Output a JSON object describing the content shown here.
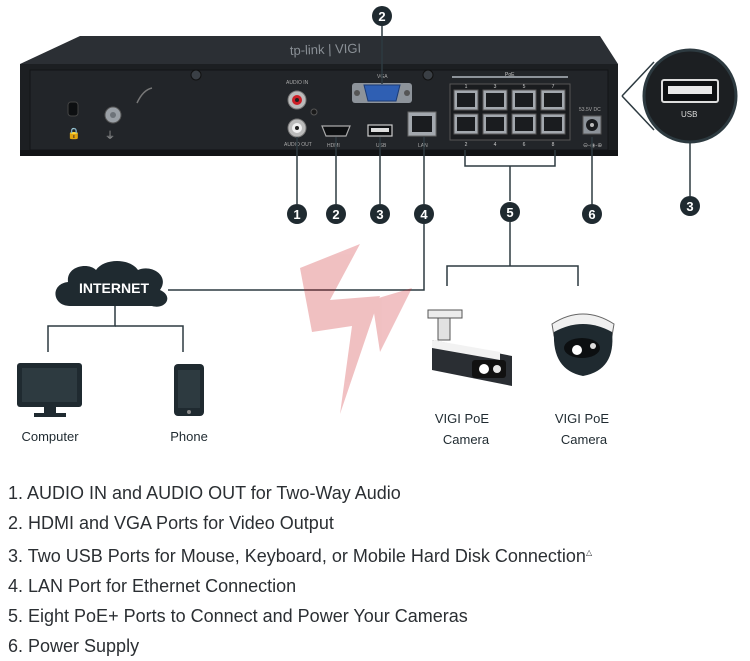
{
  "device": {
    "brand_text": "tp-link | VIGI",
    "port_labels": {
      "audio_in": "AUDIO IN",
      "audio_out": "AUDIO OUT",
      "vga": "VGA",
      "hdmi": "HDMI",
      "usb": "USB",
      "lan": "LAN",
      "poe": "PoE",
      "power": "53.5V DC"
    },
    "poe_numbers_top": [
      "1",
      "3",
      "5",
      "7"
    ],
    "poe_numbers_bottom": [
      "2",
      "4",
      "6",
      "8"
    ]
  },
  "zoom_inset": {
    "label": "USB"
  },
  "callouts": [
    "1",
    "2",
    "3",
    "4",
    "5",
    "6"
  ],
  "inset_callout": "3",
  "network": {
    "internet": "INTERNET",
    "computer": "Computer",
    "phone": "Phone",
    "camera1": [
      "VIGI PoE",
      "Camera"
    ],
    "camera2": [
      "VIGI PoE",
      "Camera"
    ]
  },
  "legend": [
    "1. AUDIO IN and AUDIO OUT for Two-Way Audio",
    "2. HDMI and VGA Ports for Video Output",
    "3. Two USB Ports for Mouse, Keyboard, or Mobile Hard Disk Connection",
    "4. LAN Port for Ethernet Connection",
    "5. Eight PoE+ Ports to Connect and Power Your Cameras",
    "6. Power Supply"
  ],
  "legend_superscript": "△",
  "colors": {
    "device_body": "#1e2124",
    "device_top": "#2a2e33",
    "callout": "#1f2a30",
    "line": "#2d3a40",
    "accent_red": "#cc1f26",
    "vga_blue": "#2f5fb3"
  }
}
